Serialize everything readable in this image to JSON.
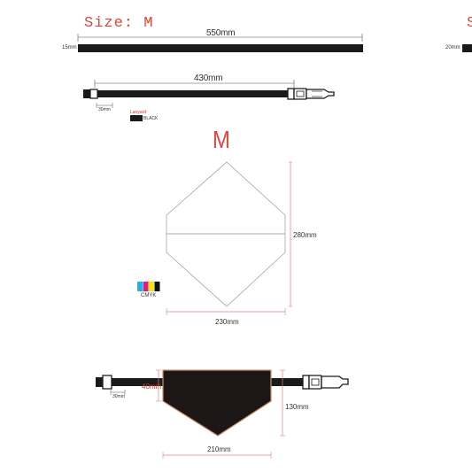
{
  "header": {
    "size_title": "Size: M",
    "size_title_cut": "S"
  },
  "strap": {
    "length_label": "550mm",
    "width_label": "15mm",
    "next_width_label": "20mm"
  },
  "collar": {
    "length_label": "430mm",
    "segment_label": "30mm",
    "swatch_caption": "Lanyard",
    "swatch_label": "BLACK"
  },
  "bandana": {
    "size_letter": "M",
    "height_label": "280mm",
    "width_label": "230mm",
    "cmyk_label": "CMYK",
    "cmyk_colors": [
      "#19b7e8",
      "#e5197f",
      "#f5e60a",
      "#111111"
    ]
  },
  "assembled": {
    "drop_label": "40mm",
    "height_label": "130mm",
    "width_label": "210mm",
    "segment_label": "30mm"
  },
  "colors": {
    "accent": "#e0443a",
    "strap": "#1a1a1a",
    "bandana_fill": "#1c1716"
  }
}
